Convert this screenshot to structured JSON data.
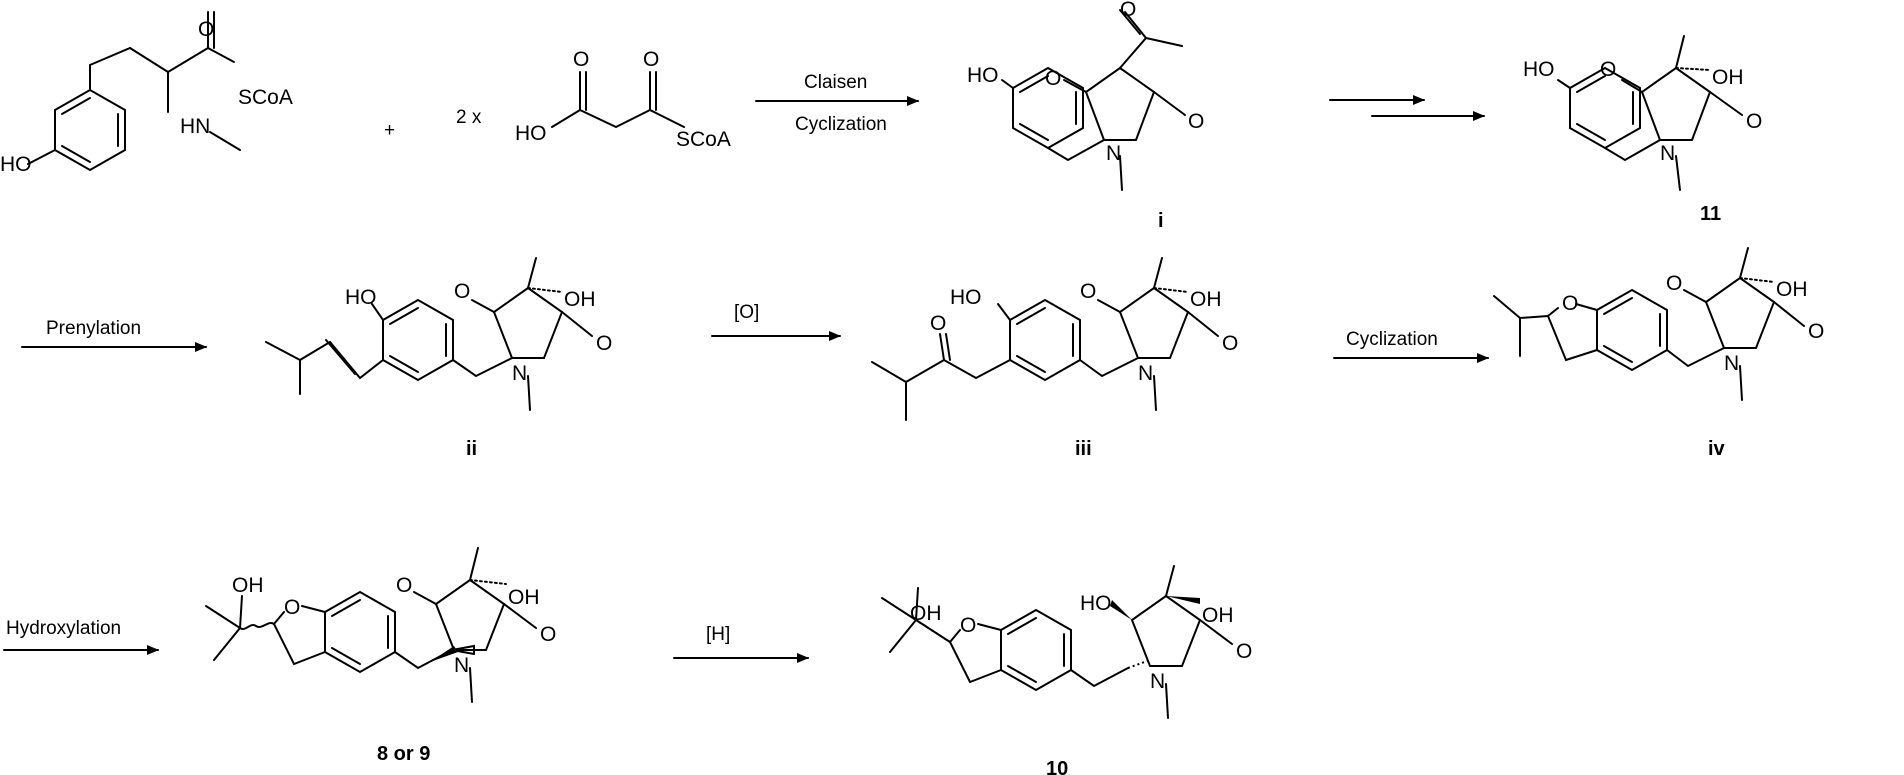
{
  "reagents": {
    "plus": "+",
    "malonyl_multiplier": "2 x",
    "scoa_1": "SCoA",
    "scoa_2": "SCoA",
    "nh_methyl": "HN",
    "ho_tyrosine": "HO",
    "ho_malonyl": "HO"
  },
  "steps": {
    "claisen": "Claisen",
    "cyclization_1": "Cyclization",
    "prenylation": "Prenylation",
    "oxidation": "[O]",
    "cyclization_2": "Cyclization",
    "hydroxylation": "Hydroxylation",
    "reduction": "[H]"
  },
  "atoms": {
    "O": "O",
    "N": "N",
    "HO": "HO",
    "OH": "OH"
  },
  "compounds": {
    "i": "i",
    "c11": "11",
    "ii": "ii",
    "iii": "iii",
    "iv": "iv",
    "c8or9": "8 or 9",
    "c10": "10"
  }
}
